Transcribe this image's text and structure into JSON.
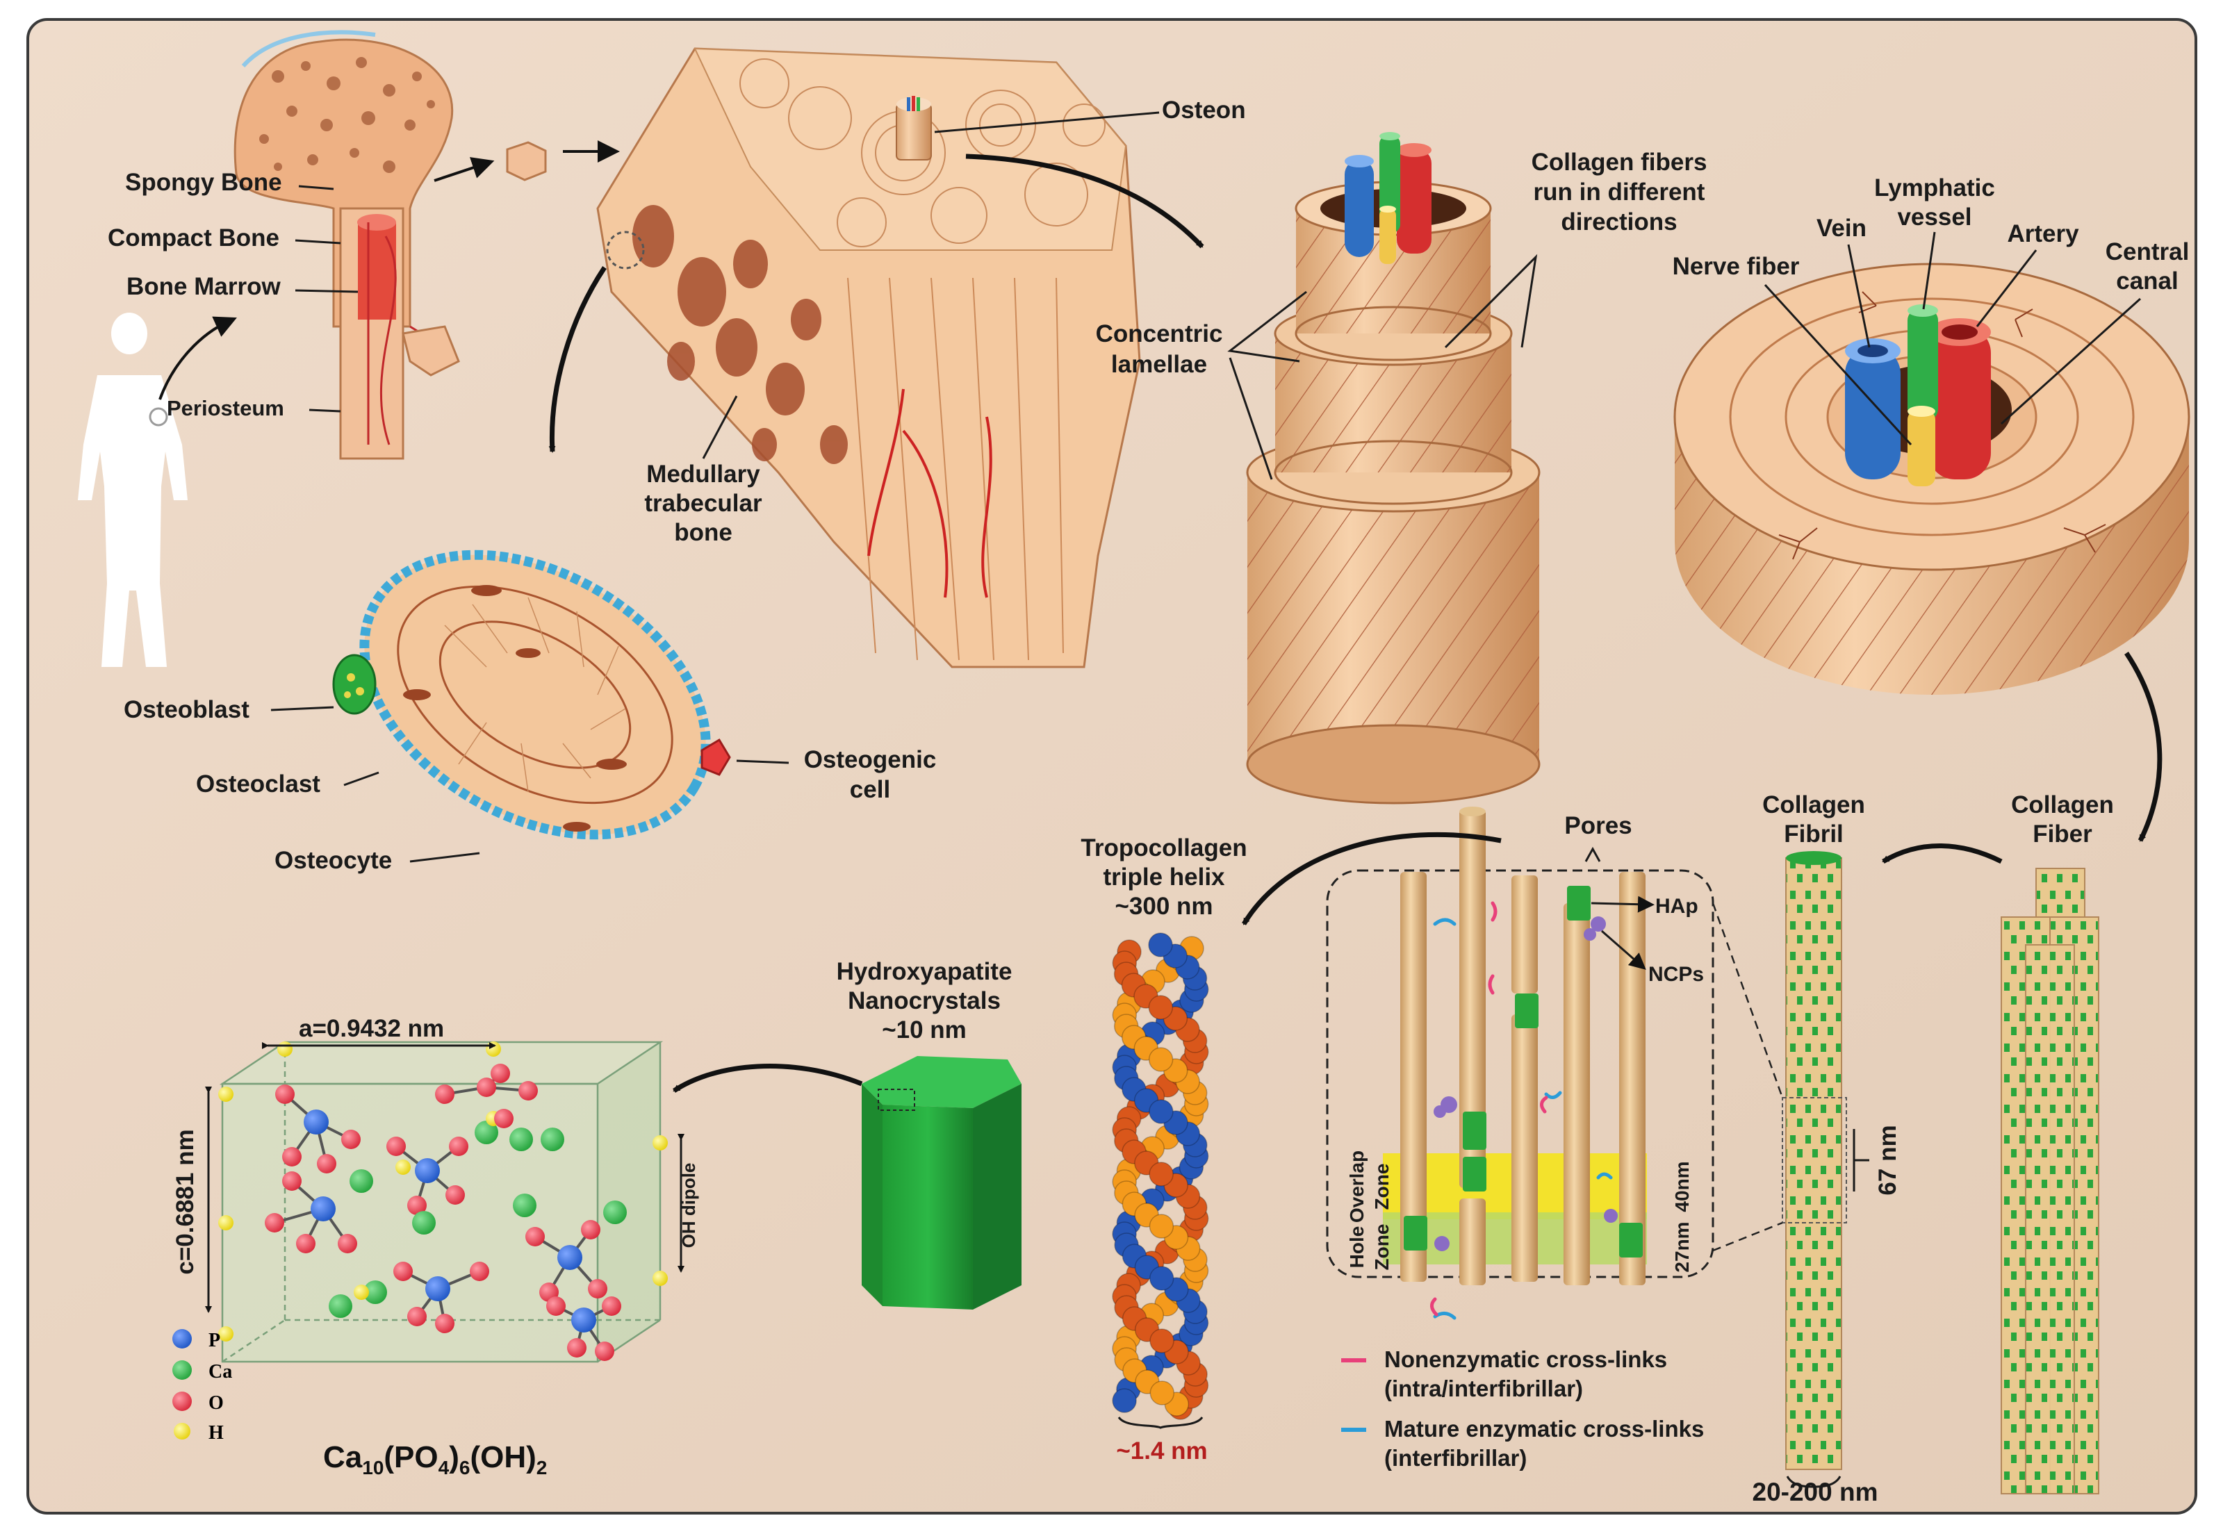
{
  "colors": {
    "background": "#ecd8c5",
    "bone": "#f3c79c",
    "bone_dark": "#c98b5d",
    "artery": "#d52f2f",
    "vein": "#2f6fc2",
    "lymph": "#2fae48",
    "nerve": "#f0c64a",
    "hap_green": "#22a63a",
    "p_atom": "#1f56c4",
    "ca_atom": "#23a33b",
    "o_atom": "#d8283a",
    "h_atom": "#f2e31a",
    "strand_blue": "#2656b6",
    "strand_orange": "#f49a1c",
    "strand_red": "#d9571b",
    "overlap_zone": "#f4e31c",
    "hole_zone": "#b9d866",
    "nonenzymatic": "#e8407a",
    "enzymatic": "#2a9cd8"
  },
  "bone_gross": {
    "spongy_bone": "Spongy Bone",
    "compact_bone": "Compact Bone",
    "bone_marrow": "Bone Marrow",
    "periosteum": "Periosteum"
  },
  "bone_section": {
    "osteon": "Osteon",
    "medullary_1": "Medullary",
    "medullary_2": "trabecular",
    "medullary_3": "bone"
  },
  "lamellae": {
    "fibers_1": "Collagen fibers",
    "fibers_2": "run in different",
    "fibers_3": "directions",
    "concentric_1": "Concentric",
    "concentric_2": "lamellae"
  },
  "osteon_cross": {
    "nerve_fiber": "Nerve fiber",
    "vein": "Vein",
    "lymphatic_1": "Lymphatic",
    "lymphatic_2": "vessel",
    "artery": "Artery",
    "central_1": "Central",
    "central_2": "canal"
  },
  "cells": {
    "osteoblast": "Osteoblast",
    "osteoclast": "Osteoclast",
    "osteocyte": "Osteocyte",
    "osteogenic_1": "Osteogenic",
    "osteogenic_2": "cell"
  },
  "fibers": {
    "collagen_fiber_1": "Collagen",
    "collagen_fiber_2": "Fiber",
    "collagen_fibril_1": "Collagen",
    "collagen_fibril_2": "Fibril",
    "period": "67 nm",
    "diameter": "20-200 nm"
  },
  "fibril_detail": {
    "pores": "Pores",
    "hap": "HAp",
    "ncps": "NCPs",
    "overlap_1": "Overlap",
    "overlap_2": "Zone",
    "hole_1": "Hole",
    "hole_2": "Zone",
    "overlap_size": "40nm",
    "hole_size": "27nm"
  },
  "crosslinks": {
    "nonenzymatic_1": "Nonenzymatic cross-links",
    "nonenzymatic_2": "(intra/interfibrillar)",
    "enzymatic_1": "Mature enzymatic cross-links",
    "enzymatic_2": "(interfibrillar)"
  },
  "tropocollagen": {
    "title_1": "Tropocollagen",
    "title_2": "triple helix",
    "title_3": "~300 nm",
    "width": "~1.4 nm"
  },
  "hydroxyapatite": {
    "title_1": "Hydroxyapatite",
    "title_2": "Nanocrystals",
    "title_3": "~10 nm"
  },
  "unit_cell": {
    "a_param": "a=0.9432 nm",
    "c_param": "c=0.6881 nm",
    "oh_dipole": "OH dipole",
    "formula": "Ca10(PO4)6(OH)2",
    "legend": [
      {
        "symbol": "P",
        "color": "#1f56c4"
      },
      {
        "symbol": "Ca",
        "color": "#23a33b"
      },
      {
        "symbol": "O",
        "color": "#d8283a"
      },
      {
        "symbol": "H",
        "color": "#f2e31a"
      }
    ]
  }
}
